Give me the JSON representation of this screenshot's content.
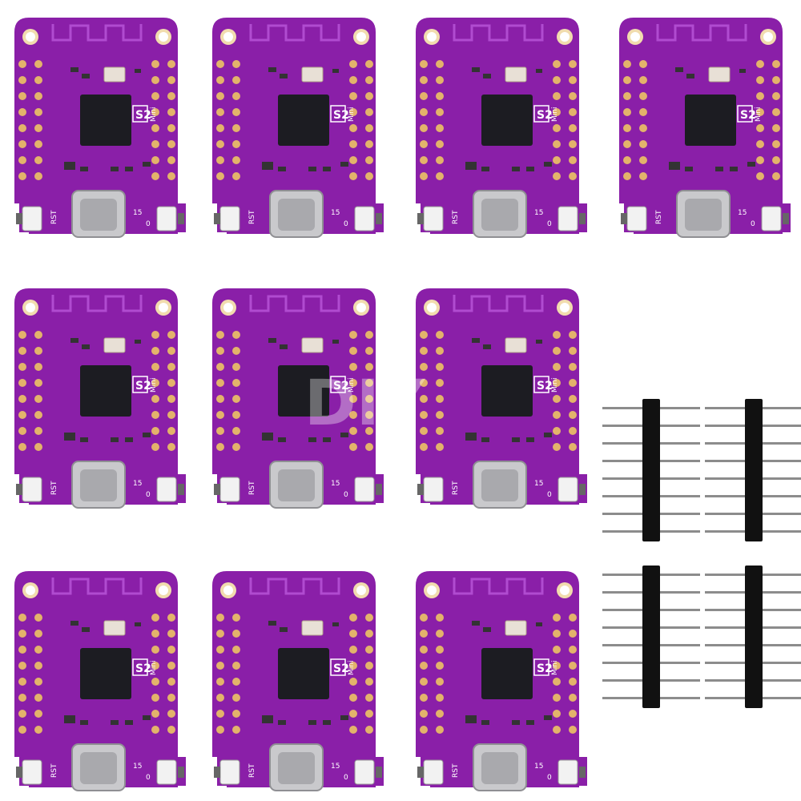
{
  "product": {
    "board_label": "S2",
    "board_sublabel": "Mini",
    "reset_label": "RST",
    "pin_label_a": "15",
    "pin_label_b": "0",
    "board_count": 10,
    "header_count": 4
  },
  "watermark": {
    "text": "DIY"
  },
  "colors": {
    "pcb": "#8a1fa8",
    "pcb_dark": "#6a1287",
    "pad": "#e3b36b",
    "chip": "#1c1c22",
    "usb": "#c9c9cc",
    "header_plastic": "#111111",
    "header_pin": "#8c8c8c"
  }
}
